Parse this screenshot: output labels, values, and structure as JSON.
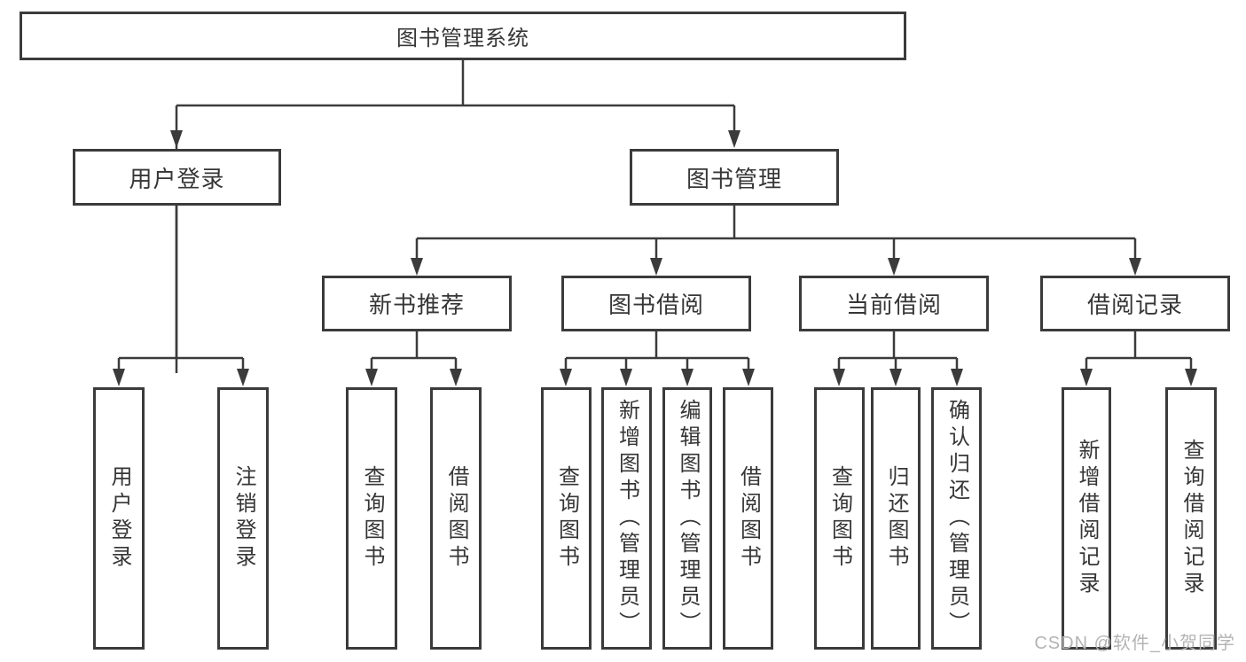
{
  "diagram": {
    "colors": {
      "line": "#3b3b3b",
      "text": "#363636",
      "box_background": "#ffffff",
      "watermark_text": "#b4b4b4"
    },
    "nodes": {
      "root": {
        "label": "图书管理系统"
      },
      "user_login": {
        "label": "用户登录"
      },
      "book_management": {
        "label": "图书管理"
      },
      "new_book_recommendation": {
        "label": "新书推荐"
      },
      "book_borrowing": {
        "label": "图书借阅"
      },
      "current_borrowing": {
        "label": "当前借阅"
      },
      "borrowing_records": {
        "label": "借阅记录"
      },
      "user_login_children": [
        "用户登录",
        "注销登录"
      ],
      "new_book_children": [
        "查询图书",
        "借阅图书"
      ],
      "book_borrowing_children": [
        "查询图书",
        "新增图书（管理员）",
        "编辑图书（管理员）",
        "借阅图书"
      ],
      "current_borrowing_children": [
        "查询图书",
        "归还图书",
        "确认归还（管理员）"
      ],
      "records_children": [
        "新增借阅记录",
        "查询借阅记录"
      ]
    },
    "watermark": "CSDN @软件_小贺同学"
  }
}
